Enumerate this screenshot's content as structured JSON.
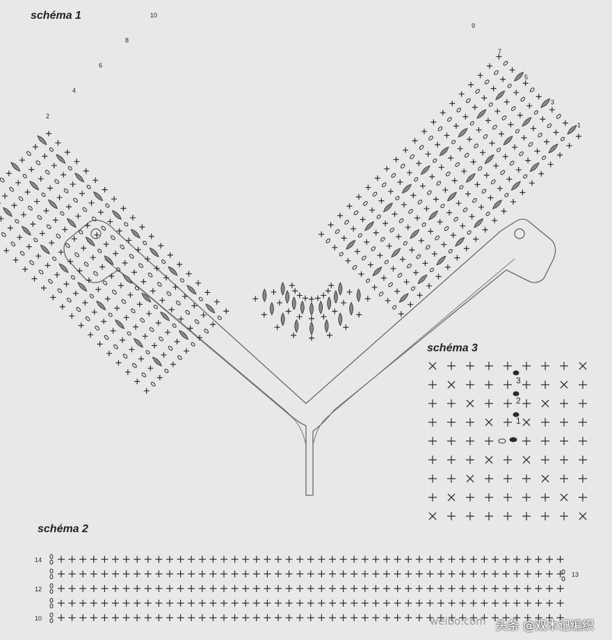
{
  "titles": {
    "schema1": "schéma 1",
    "schema2": "schéma 2",
    "schema3": "schéma 3"
  },
  "schema1": {
    "left_row_numbers": [
      "2",
      "4",
      "6",
      "8",
      "10"
    ],
    "right_row_numbers": [
      "1",
      "3",
      "5",
      "7",
      "9"
    ]
  },
  "schema2": {
    "left_row_numbers": [
      "14",
      "12",
      "10"
    ],
    "right_row_numbers": [
      "13"
    ]
  },
  "schema3": {
    "round_numbers": [
      "3",
      "2",
      "1"
    ]
  },
  "watermark": {
    "text": "头条 @双木记编织",
    "site": "weibo.com"
  },
  "colors": {
    "background": "#e8e8e8",
    "ink": "#2a2a2a",
    "outline": "#555555"
  }
}
